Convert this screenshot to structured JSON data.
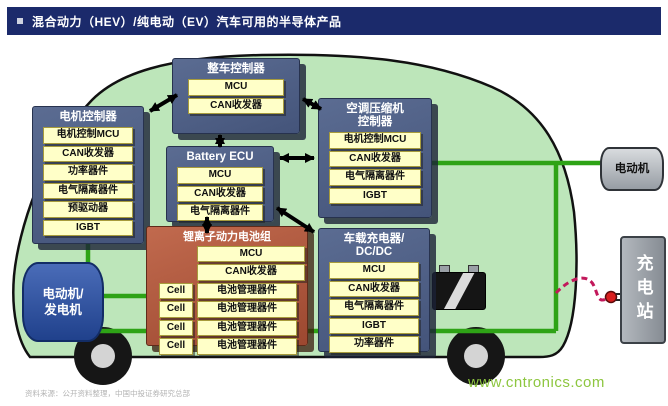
{
  "header": {
    "title": "混合动力（HEV）/纯电动（EV）汽车可用的半导体产品"
  },
  "boxes": {
    "vcu": {
      "title": "整车控制器",
      "items": [
        "MCU",
        "CAN收发器"
      ]
    },
    "motor_ctrl": {
      "title": "电机控制器",
      "items": [
        "电机控制MCU",
        "CAN收发器",
        "功率器件",
        "电气隔离器件",
        "预驱动器",
        "IGBT"
      ]
    },
    "battery_ecu": {
      "title": "Battery ECU",
      "items": [
        "MCU",
        "CAN收发器",
        "电气隔离器件"
      ]
    },
    "ac": {
      "title_lines": [
        "空调压缩机",
        "控制器"
      ],
      "items": [
        "电机控制MCU",
        "CAN收发器",
        "电气隔离器件",
        "IGBT"
      ]
    },
    "pack": {
      "title": "锂离子动力电池组",
      "items": [
        "MCU",
        "CAN收发器"
      ],
      "cell_label": "Cell",
      "bms_label": "电池管理器件",
      "cell_count": 4
    },
    "obc": {
      "title_lines": [
        "车载充电器/",
        "DC/DC"
      ],
      "items": [
        "MCU",
        "CAN收发器",
        "电气隔离器件",
        "IGBT",
        "功率器件"
      ]
    }
  },
  "components": {
    "generator_lines": [
      "电动机/",
      "发电机"
    ],
    "motor": "电动机",
    "charging_station": "充电站"
  },
  "footer": {
    "source": "资料来源：公开资料整理，中国中投证券研究总部",
    "watermark": "www.cntronics.com"
  },
  "colors": {
    "header_bg": "#1B2A6B",
    "car_fill": "#BDE6BA",
    "box_blue": "#4C5D80",
    "pack_red": "#B0593F",
    "item_yellow": "#FFFFC8",
    "wire_green": "#2EA316",
    "cable_magenta": "#C2185B",
    "watermark_green": "#8DC63F"
  }
}
